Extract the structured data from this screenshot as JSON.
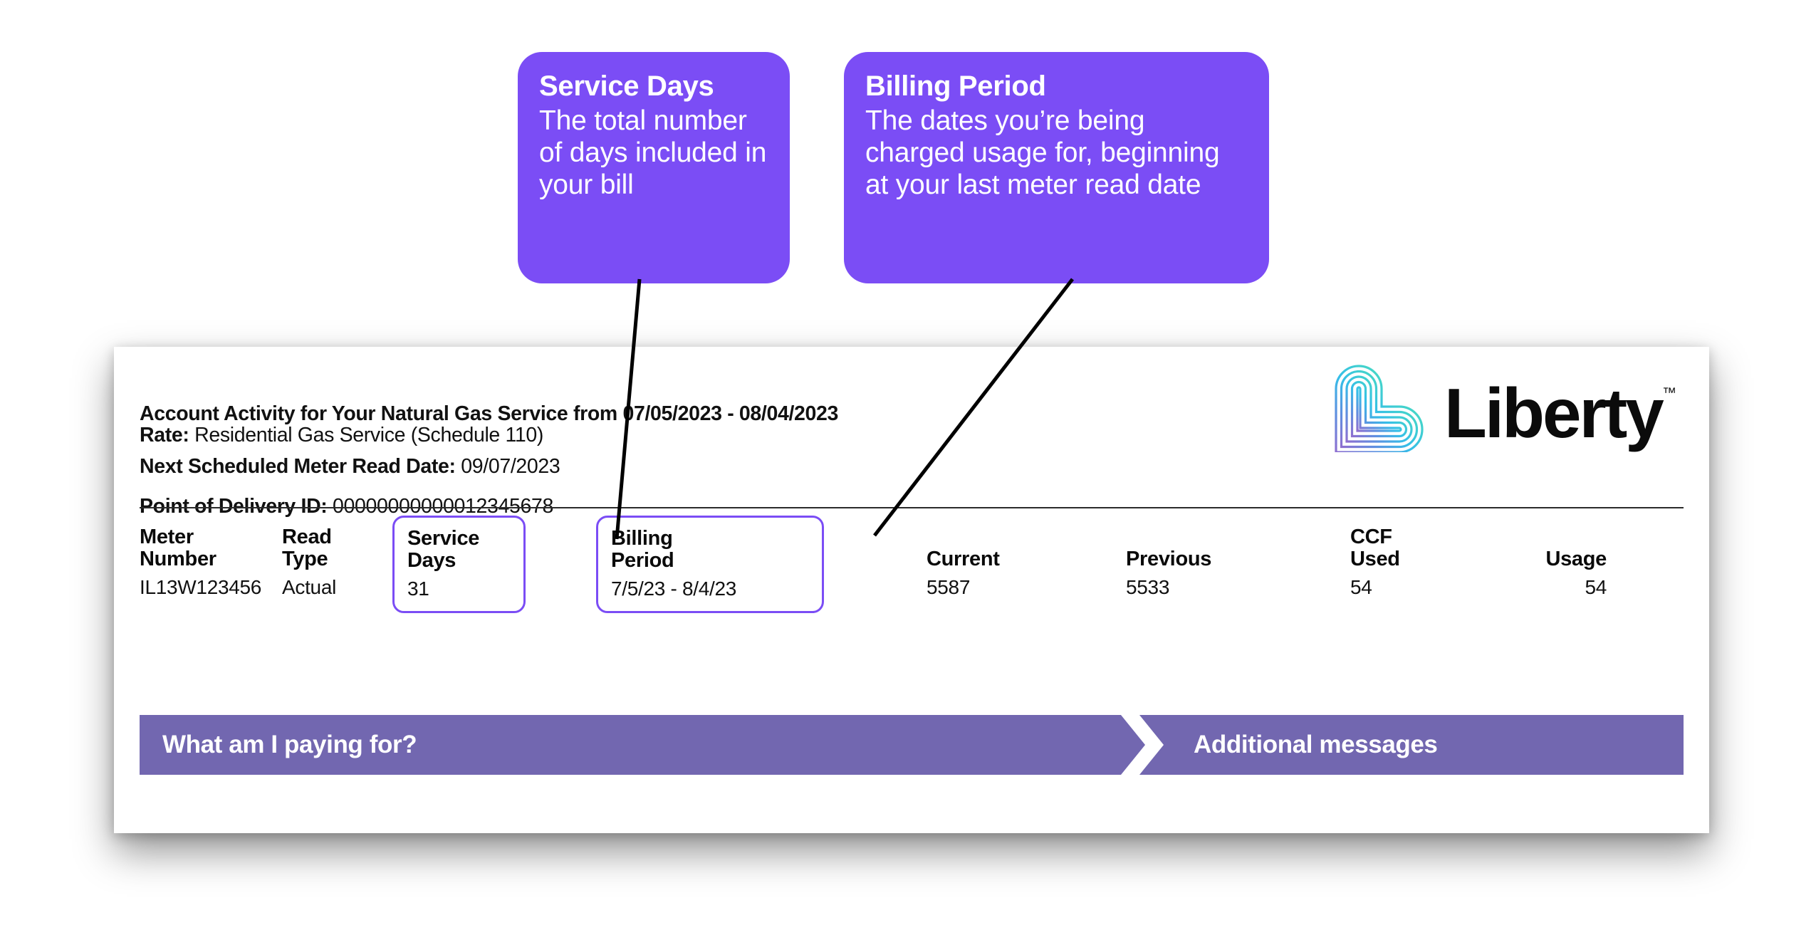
{
  "callouts": [
    {
      "id": "service-days",
      "title": "Service Days",
      "body": "The total number of days included in your bill"
    },
    {
      "id": "billing-period",
      "title": "Billing Period",
      "body": "The dates you’re being charged usage for, beginning at your last meter read date"
    }
  ],
  "bill": {
    "header": {
      "title": "Account Activity for Your Natural Gas Service from 07/05/2023 - 08/04/2023",
      "rate_label": "Rate:",
      "rate_value": "Residential Gas Service (Schedule 110)",
      "next_read_label": "Next Scheduled Meter Read Date:",
      "next_read_value": "09/07/2023",
      "pod_label": "Point of Delivery ID:",
      "pod_value": "00000000000012345678"
    },
    "logo": {
      "wordmark": "Liberty",
      "trademark": "™",
      "icon_name": "liberty-heart-l-icon"
    },
    "table": {
      "columns": [
        {
          "id": "meter-number",
          "head_line1": "Meter",
          "head_line2": "Number",
          "value": "IL13W123456",
          "boxed": false
        },
        {
          "id": "read-type",
          "head_line1": "Read",
          "head_line2": "Type",
          "value": "Actual",
          "boxed": false
        },
        {
          "id": "service-days",
          "head_line1": "Service",
          "head_line2": "Days",
          "value": "31",
          "boxed": true
        },
        {
          "id": "billing-period",
          "head_line1": "Billing",
          "head_line2": "Period",
          "value": "7/5/23 - 8/4/23",
          "boxed": true
        },
        {
          "id": "current",
          "head_line1": "",
          "head_line2": "Current",
          "value": "5587",
          "boxed": false
        },
        {
          "id": "previous",
          "head_line1": "",
          "head_line2": "Previous",
          "value": "5533",
          "boxed": false
        },
        {
          "id": "ccf-used",
          "head_line1": "CCF",
          "head_line2": "Used",
          "value": "54",
          "boxed": false
        },
        {
          "id": "usage",
          "head_line1": "",
          "head_line2": "Usage",
          "value": "54",
          "boxed": false
        }
      ]
    },
    "bottom_bar": {
      "left_label": "What am I paying for?",
      "right_label": "Additional messages",
      "chevron_icon": "chevron-right-icon"
    }
  },
  "colors": {
    "callout_purple": "#7B4DF5",
    "bar_purple": "#7267B0",
    "box_outline": "#7B4DF5",
    "text_black": "#111111"
  }
}
